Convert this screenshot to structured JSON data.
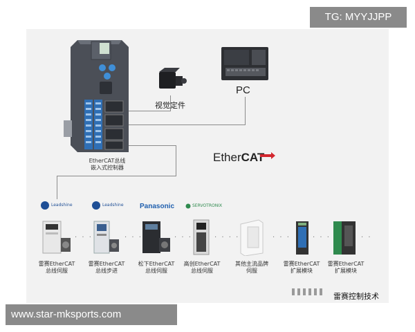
{
  "watermark_top": "TG: MYYJJPP",
  "watermark_bottom": "www.star-mksports.com",
  "controller": {
    "caption_line1": "EtherCAT总线",
    "caption_line2": "嵌入式控制器"
  },
  "vision": {
    "label": "视觉定件"
  },
  "pc": {
    "label": "PC"
  },
  "ethercat_logo": {
    "text_ether": "Ether",
    "text_cat": "CAT"
  },
  "brands": [
    "Leadshine",
    "Leadshine",
    "Panasonic",
    "SERVOTRONIX"
  ],
  "devices": [
    {
      "line1": "雷赛EtherCAT",
      "line2": "总线伺服"
    },
    {
      "line1": "雷赛EtherCAT",
      "line2": "总线步进"
    },
    {
      "line1": "松下EtherCAT",
      "line2": "总线伺服"
    },
    {
      "line1": "高创EtherCAT",
      "line2": "总线伺服"
    },
    {
      "line1": "其他主流品牌",
      "line2": "伺服"
    },
    {
      "line1": "雷赛EtherCAT",
      "line2": "扩展模块"
    },
    {
      "line1": "雷赛EtherCAT",
      "line2": "扩展模块"
    }
  ],
  "footer_brand": "雷赛控制技术",
  "colors": {
    "controller_body": "#4b4f57",
    "terminal_blue": "#2f6fb5",
    "button_blue": "#3f8fd8",
    "panasonic_blue": "#1f5fae",
    "servo_green": "#2f8a4e",
    "line_gray": "#8c8c8c"
  }
}
